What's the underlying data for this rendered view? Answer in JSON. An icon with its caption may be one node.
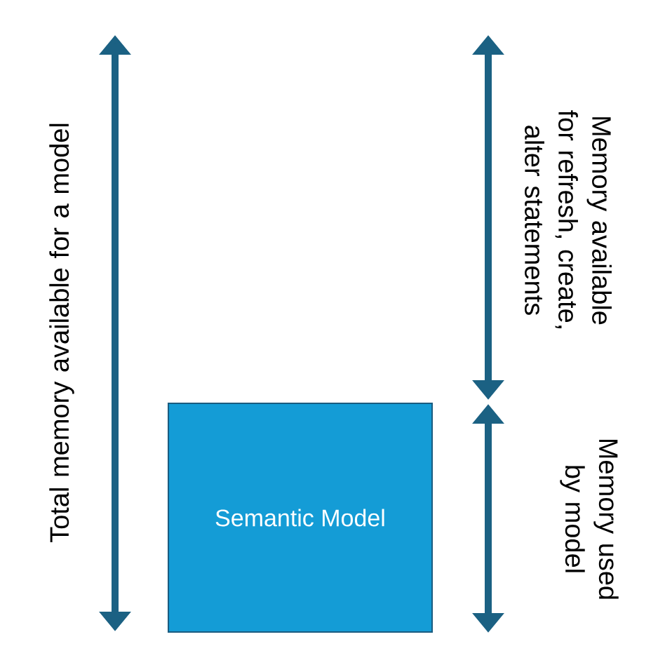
{
  "diagram": {
    "nodes": [
      {
        "text": [
          "Semantic Model"
        ]
      }
    ],
    "labels": [
      "Total memory available for a model",
      "Memory available for refresh, create, alter statements",
      "Memory used by model"
    ]
  }
}
